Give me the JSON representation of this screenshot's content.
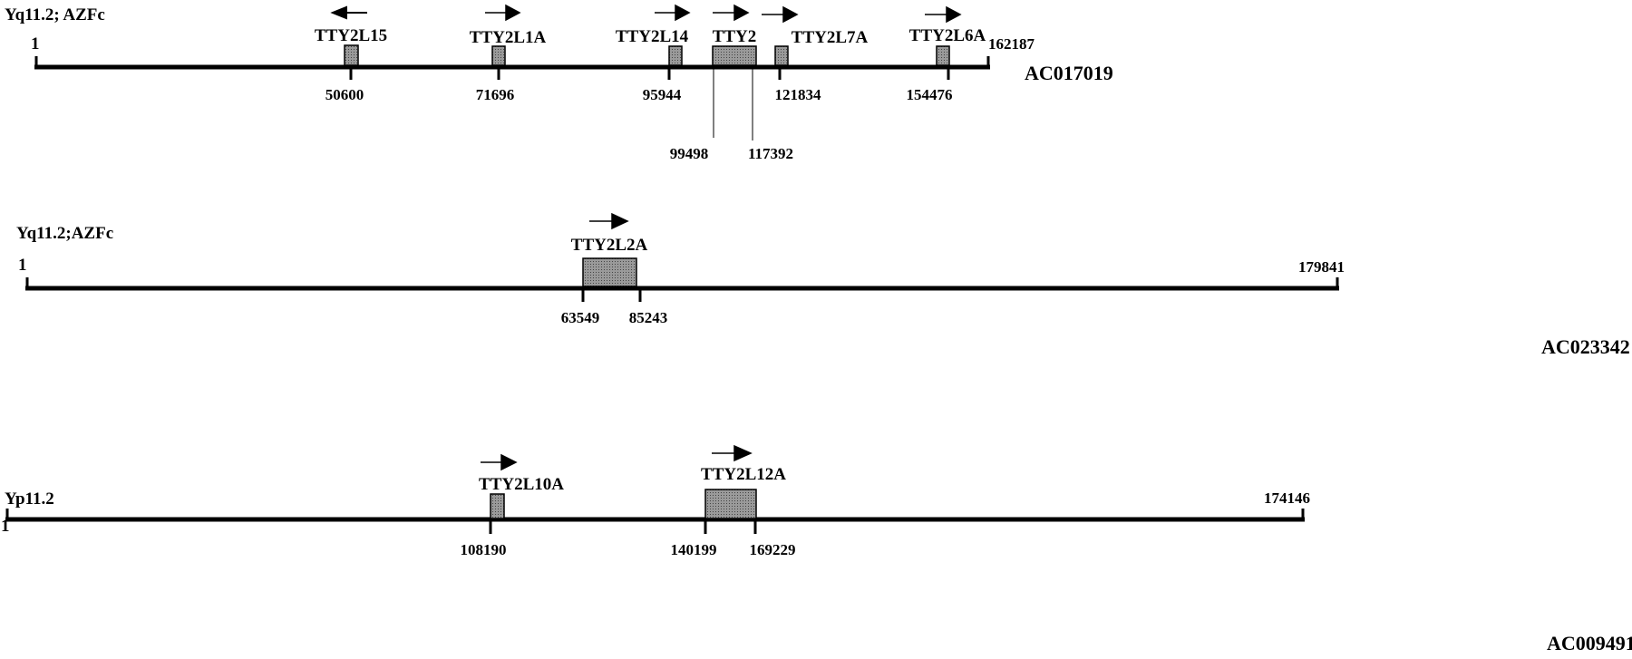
{
  "tracks": [
    {
      "region": "Yq11.2; AZFc",
      "start": "1",
      "end": "162187",
      "accession": "AC017019",
      "genes": [
        {
          "name": "TTY2L15",
          "direction": "left",
          "position": "50600"
        },
        {
          "name": "TTY2L1A",
          "direction": "right",
          "position": "71696"
        },
        {
          "name": "TTY2L14",
          "direction": "right",
          "position": "95944"
        },
        {
          "name": "TTY2",
          "direction": "right",
          "start": "99498",
          "end": "117392"
        },
        {
          "name": "TTY2L7A",
          "direction": "right",
          "position": "121834"
        },
        {
          "name": "TTY2L6A",
          "direction": "right",
          "position": "154476"
        }
      ]
    },
    {
      "region": "Yq11.2;AZFc",
      "start": "1",
      "end": "179841",
      "accession": "AC023342",
      "genes": [
        {
          "name": "TTY2L2A",
          "direction": "right",
          "start": "63549",
          "end": "85243"
        }
      ]
    },
    {
      "region": "Yp11.2",
      "start": "1",
      "end": "174146",
      "accession": "AC009491",
      "genes": [
        {
          "name": "TTY2L10A",
          "direction": "right",
          "position": "108190"
        },
        {
          "name": "TTY2L12A",
          "direction": "right",
          "start": "140199",
          "end": "169229"
        }
      ]
    }
  ]
}
